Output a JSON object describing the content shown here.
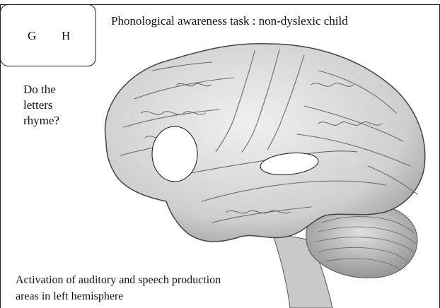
{
  "header": {
    "title": "Phonological awareness task : non-dyslexic child"
  },
  "stimulus": {
    "letter_1": "G",
    "letter_2": "H"
  },
  "task": {
    "question_line_1": "Do the",
    "question_line_2": "letters",
    "question_line_3": "rhyme?"
  },
  "caption": {
    "line_1": "Activation of auditory and speech production",
    "line_2": "areas in left hemisphere"
  },
  "brain": {
    "view": "left-hemisphere-lateral",
    "activation_markers": [
      "auditory-area",
      "speech-production-area"
    ]
  },
  "colors": {
    "brain_fill": "#d7d7d7",
    "brain_outline": "#4a4a4a",
    "activation_fill": "#ffffff"
  }
}
